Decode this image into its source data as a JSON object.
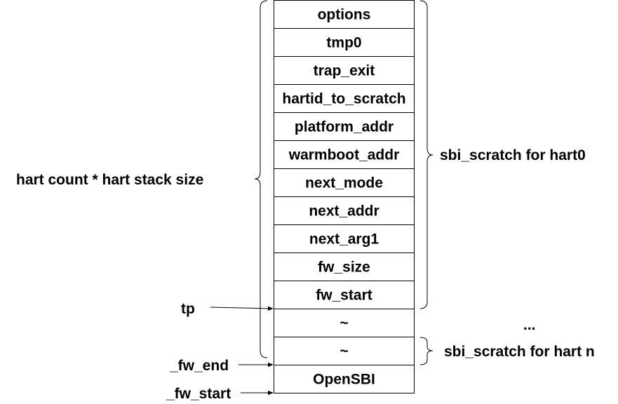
{
  "stack_cells": [
    "options",
    "tmp0",
    "trap_exit",
    "hartid_to_scratch",
    "platform_addr",
    "warmboot_addr",
    "next_mode",
    "next_addr",
    "next_arg1",
    "fw_size",
    "fw_start",
    "~",
    "~",
    "OpenSBI"
  ],
  "labels": {
    "left_brace": "hart count * hart stack size",
    "hart0_brace": "sbi_scratch for hart0",
    "ellipsis": "...",
    "hartn_brace": "sbi_scratch for hart n"
  },
  "pointers": {
    "tp": "tp",
    "fw_end": "_fw_end",
    "fw_start": "_fw_start"
  }
}
